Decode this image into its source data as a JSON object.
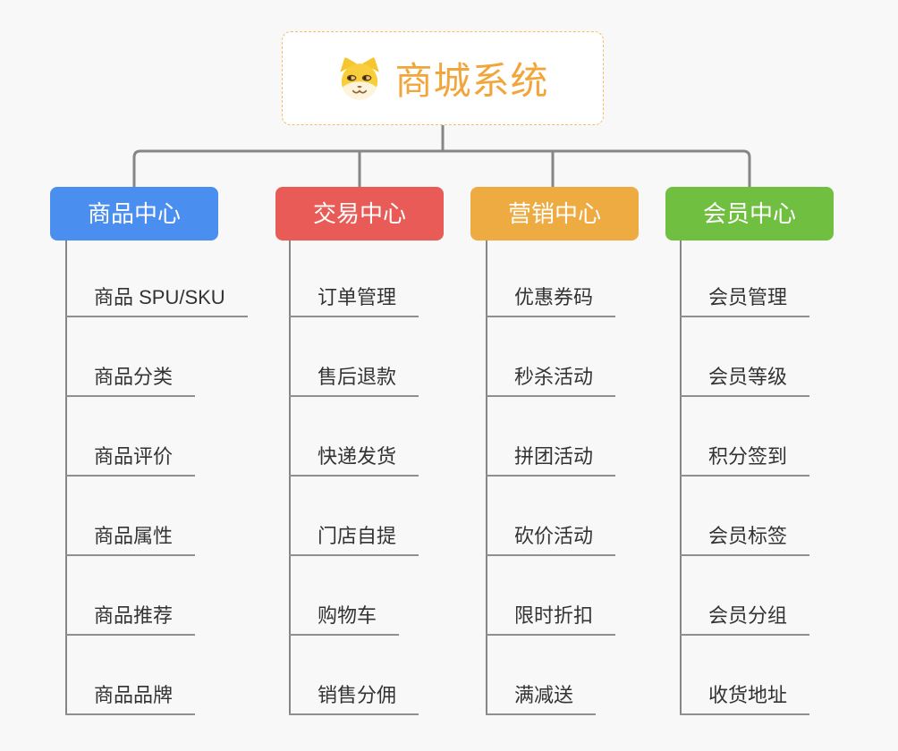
{
  "page": {
    "background": "#F8F8F8",
    "connector_color": "#868686",
    "leaf_line_color": "#8F8F8F",
    "leaf_text_color": "#333333"
  },
  "root": {
    "label": "商城系统",
    "icon": "dog-face-icon",
    "text_color": "#F1A63B",
    "border_color": "#F3BE62",
    "background": "#FFFFFF"
  },
  "branches": [
    {
      "label": "商品中心",
      "color": "#4A8FF0",
      "items": [
        "商品 SPU/SKU",
        "商品分类",
        "商品评价",
        "商品属性",
        "商品推荐",
        "商品品牌"
      ]
    },
    {
      "label": "交易中心",
      "color": "#E85B56",
      "items": [
        "订单管理",
        "售后退款",
        "快递发货",
        "门店自提",
        "购物车",
        "销售分佣"
      ]
    },
    {
      "label": "营销中心",
      "color": "#EDAB41",
      "items": [
        "优惠券码",
        "秒杀活动",
        "拼团活动",
        "砍价活动",
        "限时折扣",
        "满减送"
      ]
    },
    {
      "label": "会员中心",
      "color": "#70BF41",
      "items": [
        "会员管理",
        "会员等级",
        "积分签到",
        "会员标签",
        "会员分组",
        "收货地址"
      ]
    }
  ]
}
